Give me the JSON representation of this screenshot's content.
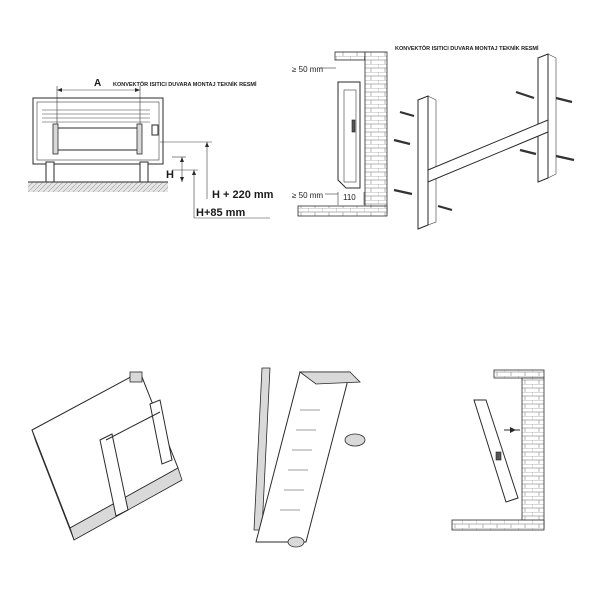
{
  "panel_front": {
    "title": "KONVEKTÖR ISITICI DUVARA MONTAJ TEKNİK RESMİ",
    "label_a": "A",
    "label_h": "H",
    "label_h220": "H + 220 mm",
    "label_h85": "H+85 mm"
  },
  "panel_side": {
    "label_top": "≥ 50 mm",
    "label_bottom": "≥ 50 mm",
    "label_depth": "110"
  },
  "panel_bracket": {
    "title": "KONVEKTÖR ISITICI DUVARA MONTAJ TEKNİK RESMİ"
  },
  "colors": {
    "line": "#2a2a2a",
    "brick": "#bdbdbd",
    "floor": "#cfcfcf",
    "background": "#ffffff"
  }
}
